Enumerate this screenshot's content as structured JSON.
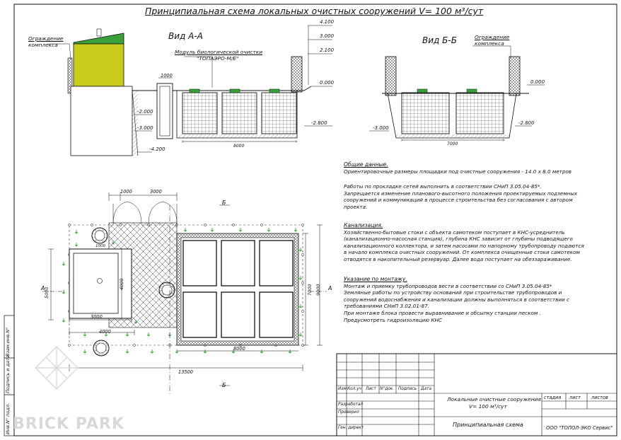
{
  "title": "Принципиальная схема локальных очистных сооружений V= 100 м³/сут",
  "views": {
    "aa": {
      "title": "Вид А-А",
      "fence_label": [
        "Ограждение",
        "комплекса"
      ],
      "module_label": [
        "Модуль биологической очистки",
        "\"ТОПАЭРО-М/Е\""
      ],
      "elev": {
        "e4100": "4.100",
        "e3000": "3.000",
        "e2100": "2.100",
        "e0000": "0.000",
        "em2000": "-2.000",
        "em3000": "-3.000",
        "em4200": "-4.200",
        "em2800": "-2.800"
      },
      "dim_1000": "1000",
      "dim_8000": "8000"
    },
    "bb": {
      "title": "Вид Б-Б",
      "fence_label": [
        "Ограждение",
        "комплекса"
      ],
      "elev": {
        "e0000": "0.000",
        "em3000": "-3.000",
        "em2800": "-2.800"
      },
      "dim_7000": "7000"
    }
  },
  "plan": {
    "dims": {
      "d1000": "1000",
      "d3000": "3000",
      "d5000": "5000",
      "d4000": "4000",
      "d3000b": "3000",
      "d4000b": "4000",
      "d8000": "8000",
      "d13500": "13500",
      "d7000": "7000",
      "d9000": "9000",
      "d1000b": "1000"
    },
    "section_a": "А",
    "section_b": "Б"
  },
  "notes": {
    "general_header": "Общие данные.",
    "general": [
      "Ориентировочные размеры площадки под очистные сооружения  - 14.0 х 8.0 метров",
      "",
      "Работы по прокладке сетей выполнить в соответствии СНиП 3.05.04-85*.",
      "Запрещается изменение планового-высотного положения проектируемых подземных",
      "сооружений и коммуникаций в процессе строительства без согласования с автором",
      "проекта."
    ],
    "sewer_header": "Канализация.",
    "sewer": [
      "Хозяйственно-бытовые стоки с объекта самотеком поступает в КНС-усреднитель",
      "(канализационно-насосная станция), глубина КНС зависит от глубины подводящего",
      "канализационного коллектора, и затем насосами по напорному трубопроводу подаются",
      "в начало комплекса очистных сооружений. От комплекса очищенные стоки самотеком",
      "отводятся в накопительный резервуар. Далее вода поступает на обеззараживание."
    ],
    "install_header": "Указание по монтажу.",
    "install": [
      "Монтаж и приемку трубопроводов вести в соответствии со СНиП 3.05.04-85*",
      "Земляные работы по устройству оснований при строительстве трубопроводов и",
      "сооружений водоснабжения и канализации должны выполняться в соответствии с",
      "требованиями СНиП 3.02.01-87.",
      "При монтаже блока провести выравнивание и обсыпку станции песком .",
      "Предусмотреть гидроизоляцию КНС"
    ]
  },
  "stamp": {
    "cols": [
      "Изм",
      "Кол.уч",
      "Лист",
      "N°док.",
      "Подпись",
      "Дата"
    ],
    "rows": [
      "Разработал",
      "Проверил",
      "",
      "Ген. директ"
    ],
    "project": [
      "Локальные очистные сооружения",
      "V= 100 м³/сут"
    ],
    "sheet_title": "Принципиальная схема",
    "stage": "стадия",
    "sheet": "лист",
    "sheets": "листов",
    "company": "ООО \"ТОПОЛ-ЭКО Сервис\""
  },
  "side_stamp": [
    "Взам.инв.N°",
    "Подпись и дата",
    "Инв.N° подл."
  ],
  "watermark": "BRICK PARK",
  "colors": {
    "roof": "#3aa03a",
    "house": "#c9cc1e",
    "line": "#111111",
    "arrow": "#1a9a1a"
  }
}
